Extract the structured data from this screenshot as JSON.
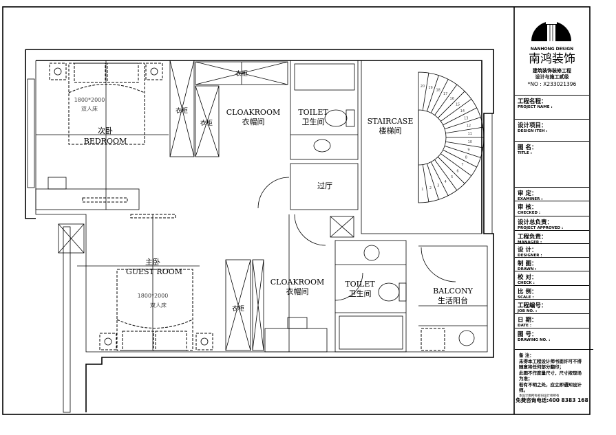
{
  "title_block": {
    "brand_en": "NANHONG DESIGN",
    "brand_cn": "南鸿装饰",
    "subtitle_1": "建筑装饰装修工程",
    "subtitle_2": "设计与施工贰级",
    "license_no": "*NO : X233021396",
    "fields": [
      {
        "cn": "工程名程：",
        "en": "PROJECT NAME :"
      },
      {
        "cn": "设计项目：",
        "en": "DESIGN ITEH :"
      },
      {
        "cn": "图 名：",
        "en": "TITLE :"
      },
      {
        "cn": "审 定：",
        "en": "EXAMINER :"
      },
      {
        "cn": "审 核：",
        "en": "CHECKED :"
      },
      {
        "cn": "设计总负责：",
        "en": "PROJECT APPROVED :"
      },
      {
        "cn": "工程负责：",
        "en": "MANAGER :"
      },
      {
        "cn": "设 计：",
        "en": "DESIGNER :"
      },
      {
        "cn": "制 图：",
        "en": "DRAWN :"
      },
      {
        "cn": "校 对：",
        "en": "CHECK :"
      },
      {
        "cn": "比 例：",
        "en": "SCALE :"
      },
      {
        "cn": "工程编号：",
        "en": "JOB NO. :"
      },
      {
        "cn": "日 期：",
        "en": "DATE :"
      },
      {
        "cn": "图 号：",
        "en": "DRAWING NO. :"
      }
    ],
    "notes_title": "备 注：",
    "notes": [
      "未得本工程设计师书面许可不得",
      "随意将任何部分翻印；",
      "此图不作度量尺寸，尺寸按现场",
      "为准；",
      "若有不明之处，应立即通知设计",
      "师。"
    ],
    "notes_small": "本设计图所有权归设计师所有",
    "hotline": "免费咨询电话:400 8383 168"
  },
  "plan": {
    "bedroom": {
      "cn": "次卧",
      "en": "BEDROOM",
      "bed_size": "1800*2000",
      "bed_type": "双人床"
    },
    "cloakroom_1": {
      "en": "CLOAKROOM",
      "cn": "衣帽间"
    },
    "wardrobe_label": "衣柜",
    "toilet_1": {
      "en": "TOILET",
      "cn": "卫生间"
    },
    "staircase": {
      "en": "STAIRCASE",
      "cn": "楼梯间"
    },
    "hall": "过厅",
    "guest_room": {
      "cn": "主卧",
      "en": "GUEST ROOM",
      "bed_size": "1800*2000",
      "bed_type": "双人床"
    },
    "cloakroom_2": {
      "en": "CLOAKROOM",
      "cn": "衣帽间"
    },
    "toilet_2": {
      "en": "TOILET",
      "cn": "卫生间"
    },
    "balcony": {
      "en": "BALCONY",
      "cn": "生活阳台"
    },
    "stair_steps": [
      "1",
      "2",
      "3",
      "4",
      "5",
      "6",
      "7",
      "8",
      "9",
      "10",
      "11",
      "12",
      "13",
      "14",
      "15",
      "16",
      "17",
      "18",
      "19",
      "20"
    ]
  }
}
